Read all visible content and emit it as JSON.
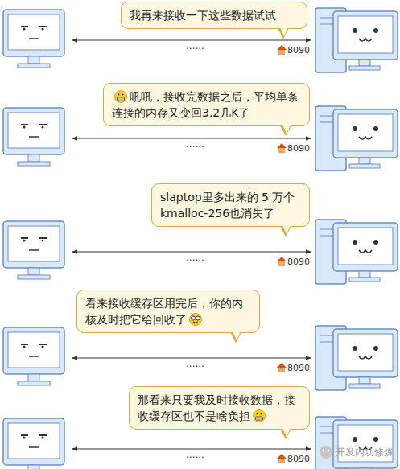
{
  "diagram": {
    "nodes": [
      {
        "text": [
          "我再来接收一下这些数据试试"
        ]
      },
      {
        "text": [
          "吼吼，接收完数据之后，平均单条连接的内存又变回3.2几K了"
        ]
      },
      {
        "text": [
          "slaptop里多出来的 5 万个 kmalloc-256也消失了"
        ]
      },
      {
        "text": [
          "看来接收缓存区用完后，你的内核及时把它给回收了"
        ]
      },
      {
        "text": [
          "那看来只要我及时接收数据，接收缓存区也不是啥负担"
        ]
      }
    ],
    "labels": [
      "......",
      "8090",
      "......",
      "8090",
      "......",
      "8090",
      "......",
      "8090",
      "......",
      "8090",
      "开发内功修炼"
    ]
  }
}
